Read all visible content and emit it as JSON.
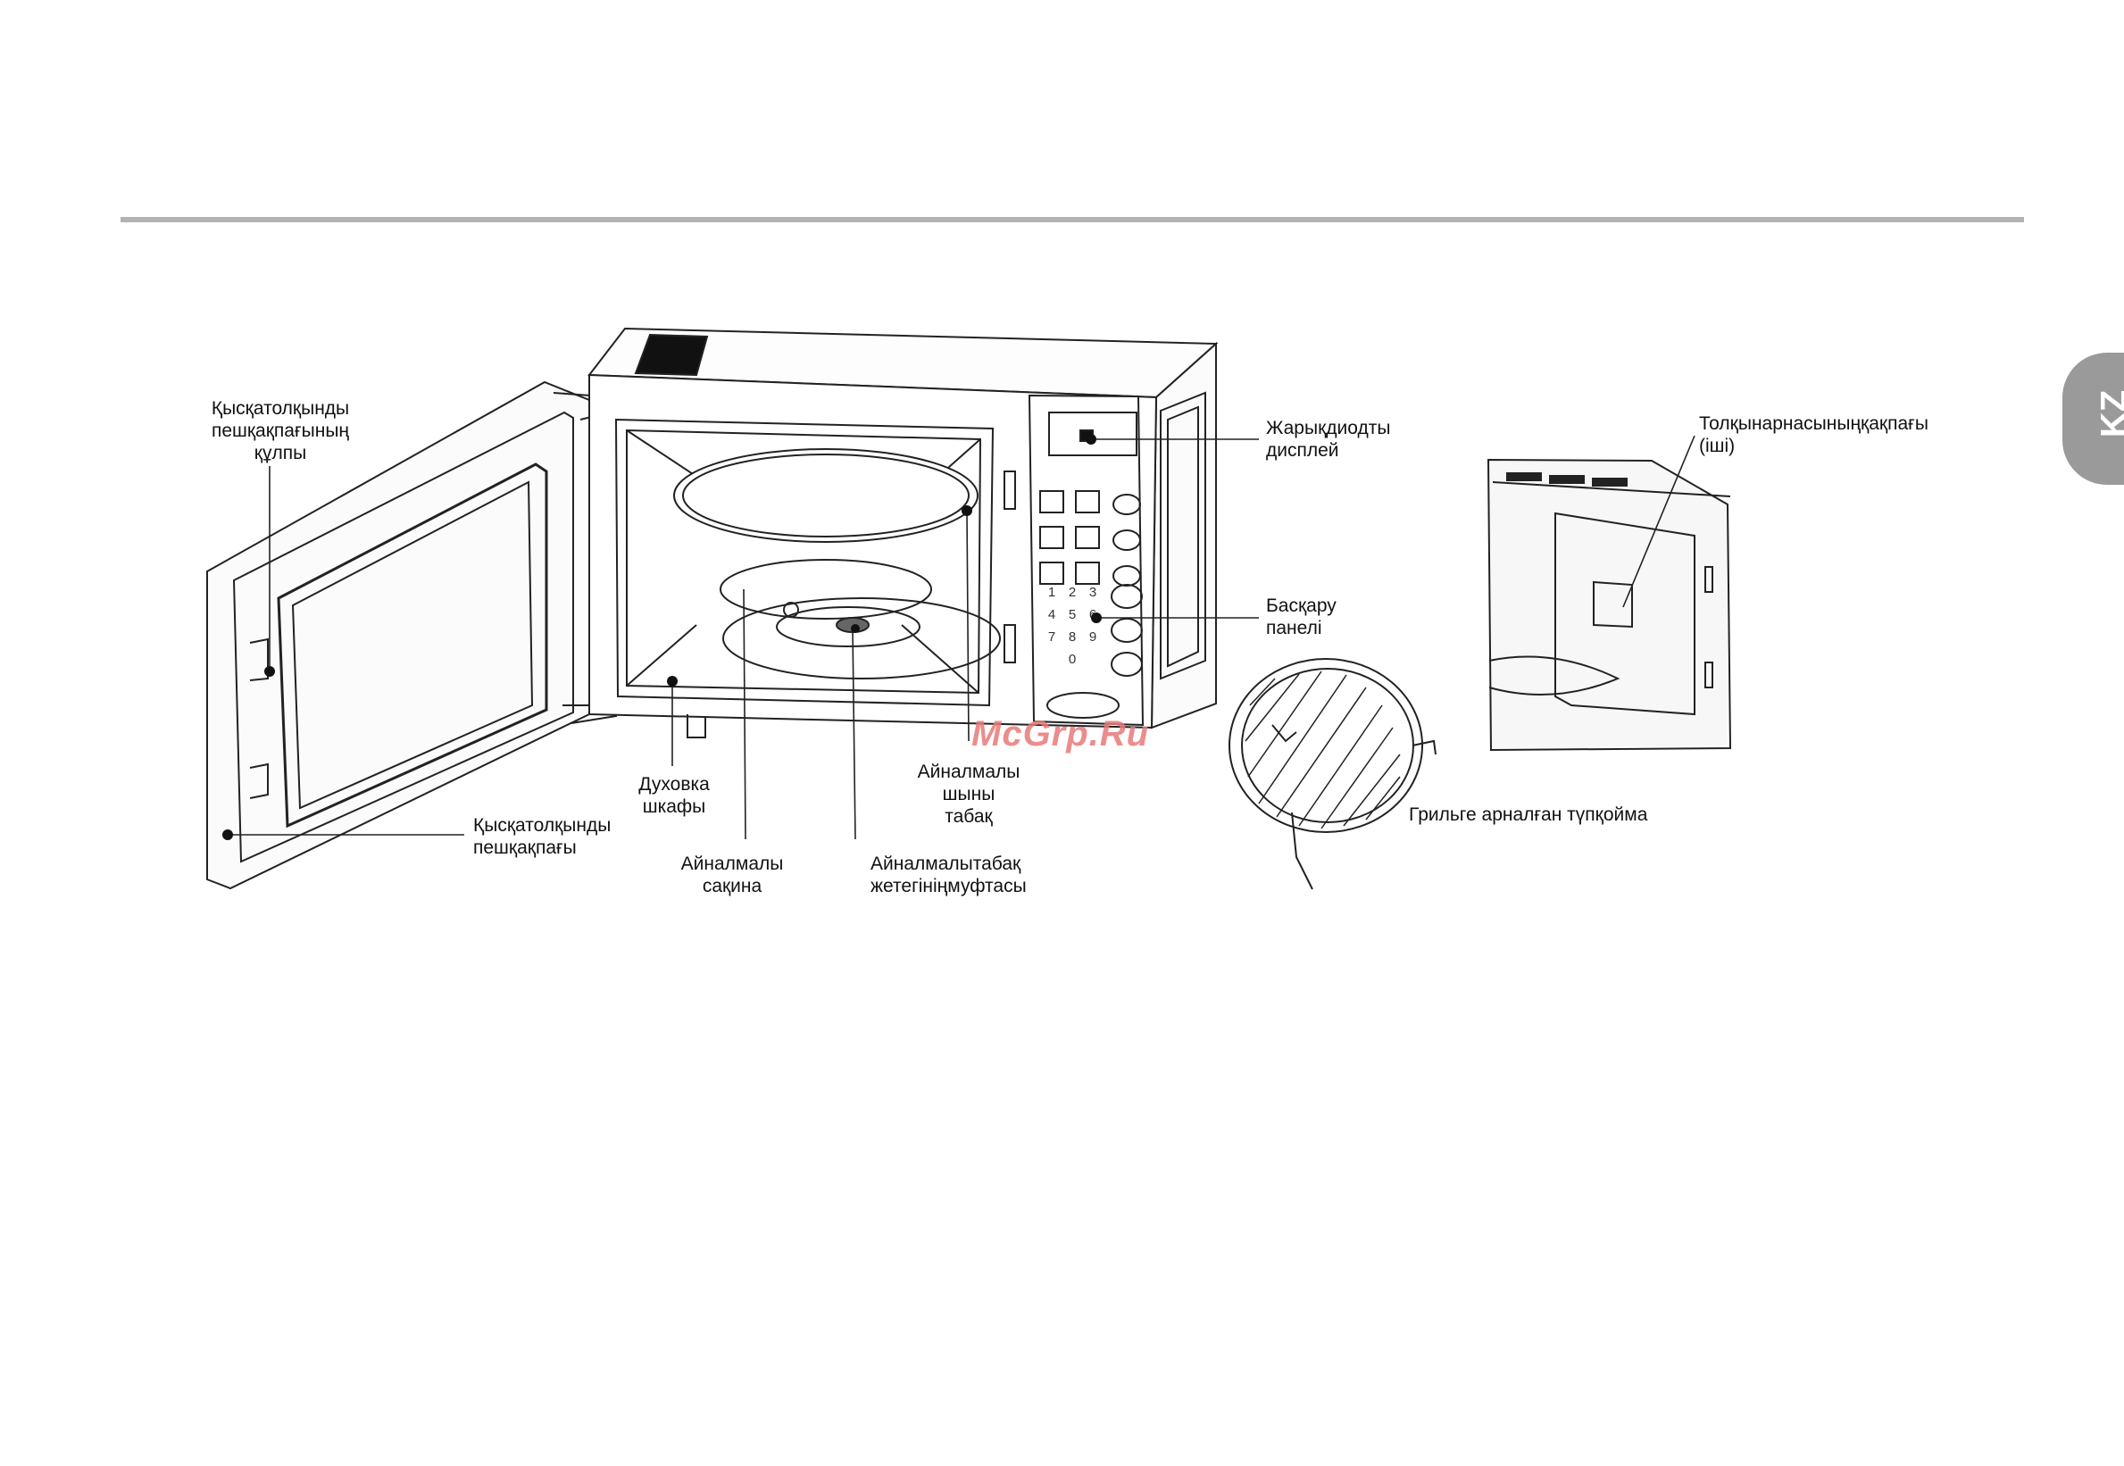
{
  "header": {
    "lang_tab": "KZ"
  },
  "labels": {
    "door_lock": "Қысқатолқынды\nпешқақпағының\nқұлпы",
    "door": "Қысқатолқынды\nпешқақпағы",
    "oven_cavity": "Духовка\nшкафы",
    "roller_ring": "Айналмалы\nсақина",
    "turntable_coupler": "Айналмалытабақ\nжетегініңмуфтасы",
    "glass_tray": "Айналмалы\nшыны\nтабақ",
    "led_display": "Жарықдиодты\nдисплей",
    "control_panel": "Басқару\nпанелі",
    "waveguide_cover": "Толқынарнасыныңқақпағы\n(іші)",
    "grill_rack": "Грильге арналған түпқойма"
  },
  "keypad": {
    "digits": [
      "1",
      "2",
      "3",
      "4",
      "5",
      "6",
      "7",
      "8",
      "9",
      "",
      "0",
      ""
    ]
  },
  "watermark": "McGrp.Ru"
}
